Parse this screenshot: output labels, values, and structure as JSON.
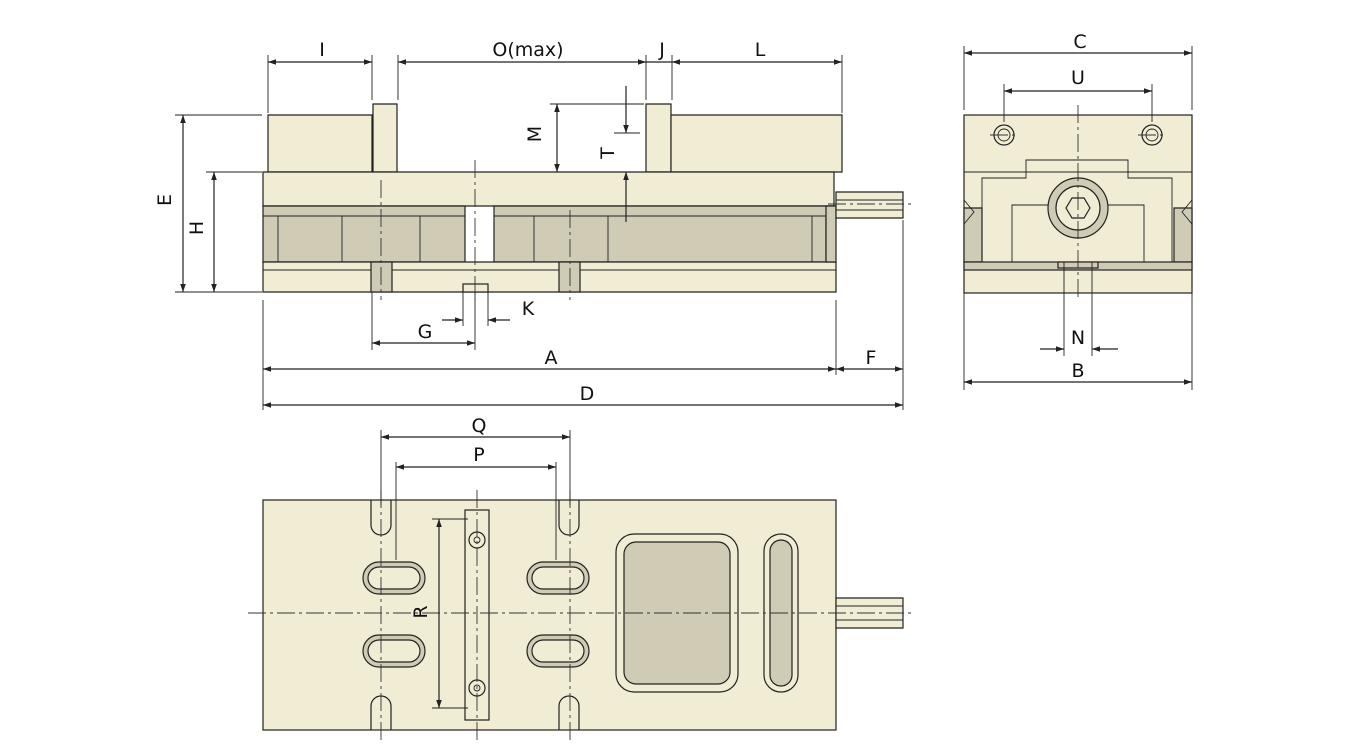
{
  "labels": {
    "I": "I",
    "O": "O(max)",
    "J": "J",
    "L": "L",
    "C": "C",
    "U": "U",
    "E": "E",
    "H": "H",
    "M": "M",
    "T": "T",
    "G": "G",
    "K": "K",
    "A": "A",
    "F": "F",
    "D": "D",
    "N": "N",
    "B": "B",
    "Q": "Q",
    "P": "P",
    "R": "R"
  },
  "colors": {
    "body_fill": "#f1ecd4",
    "shade_fill": "#cfcbb5",
    "line": "#222222"
  }
}
